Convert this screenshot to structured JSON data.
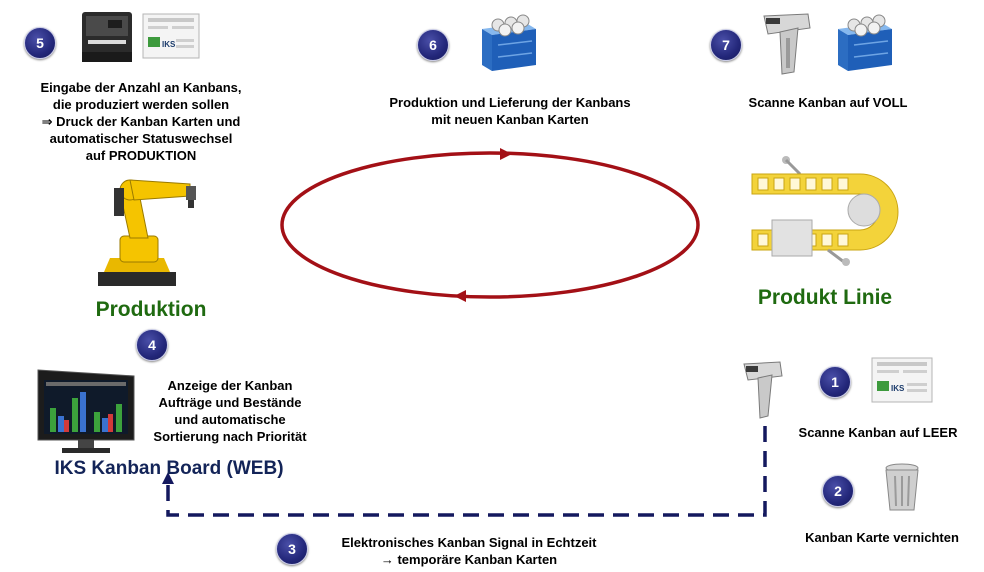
{
  "steps": {
    "s1": {
      "number": "1",
      "text": "Scanne Kanban auf LEER"
    },
    "s2": {
      "number": "2",
      "text": "Kanban Karte vernichten"
    },
    "s3": {
      "number": "3",
      "line1": "Elektronisches Kanban Signal in Echtzeit",
      "line2": "→ temporäre Kanban Karten"
    },
    "s4": {
      "number": "4",
      "line1": "Anzeige der Kanban",
      "line2": "Aufträge und Bestände",
      "line3": "und automatische",
      "line4": "Sortierung nach Priorität"
    },
    "s5": {
      "number": "5",
      "line1": "Eingabe der Anzahl an Kanbans,",
      "line2": "die produziert werden sollen",
      "line3": "⇒ Druck der Kanban Karten und",
      "line4": "automatischer Statuswechsel",
      "line5": "auf PRODUKTION"
    },
    "s6": {
      "number": "6",
      "line1": "Produktion und Lieferung der Kanbans",
      "line2": "mit neuen Kanban Karten"
    },
    "s7": {
      "number": "7",
      "text": "Scanne Kanban auf VOLL"
    }
  },
  "nodes": {
    "produktion": "Produktion",
    "produkt_linie": "Produkt Linie",
    "board": "IKS Kanban Board (WEB)"
  },
  "card_logo": "IKS",
  "colors": {
    "cycle": "#a31016",
    "dashed_line": "#14195e",
    "badge": "#23277a",
    "green_title": "#1f6a10",
    "navy_title": "#132458"
  }
}
